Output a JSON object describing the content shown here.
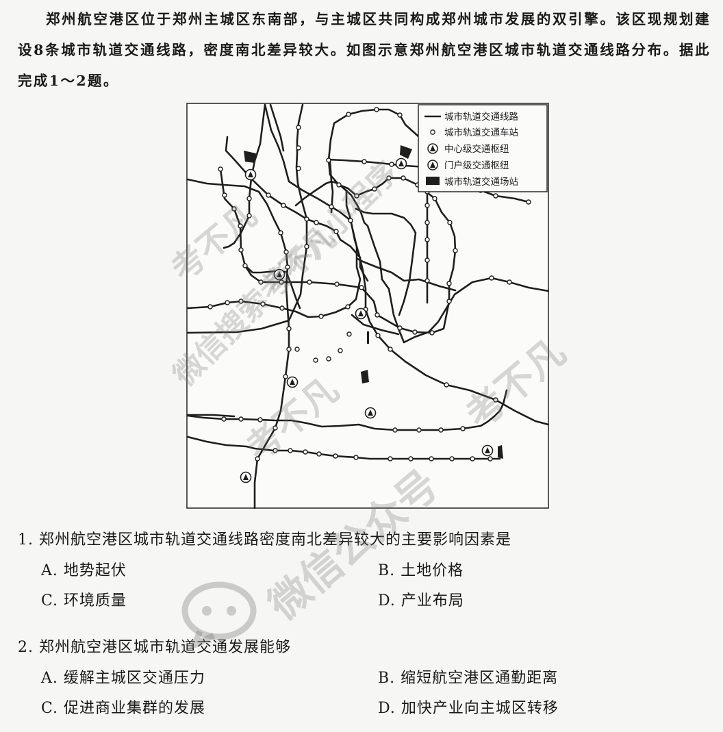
{
  "intro": "郑州航空港区位于郑州主城区东南部，与主城区共同构成郑州城市发展的双引擎。该区现规划建设8条城市轨道交通线路，密度南北差异较大。如图示意郑州航空港区城市轨道交通线路分布。据此完成1～2题。",
  "legend": {
    "items": [
      {
        "icon": "rail-line-icon",
        "label": "城市轨道交通线路"
      },
      {
        "icon": "station-icon",
        "label": "城市轨道交通车站"
      },
      {
        "icon": "central-hub-icon",
        "label": "中心级交通枢纽"
      },
      {
        "icon": "gateway-hub-icon",
        "label": "门户级交通枢纽"
      },
      {
        "icon": "depot-icon",
        "label": "城市轨道交通场站"
      }
    ]
  },
  "questions": [
    {
      "stem": "1. 郑州航空港区城市轨道交通线路密度南北差异较大的主要影响因素是",
      "options": [
        {
          "letter": "A.",
          "text": "地势起伏"
        },
        {
          "letter": "B.",
          "text": "土地价格"
        },
        {
          "letter": "C.",
          "text": "环境质量"
        },
        {
          "letter": "D.",
          "text": "产业布局"
        }
      ]
    },
    {
      "stem": "2. 郑州航空港区城市轨道交通发展能够",
      "options": [
        {
          "letter": "A.",
          "text": "缓解主城区交通压力"
        },
        {
          "letter": "B.",
          "text": "缩短航空港区通勤距离"
        },
        {
          "letter": "C.",
          "text": "促进商业集群的发展"
        },
        {
          "letter": "D.",
          "text": "加快产业向主城区转移"
        }
      ]
    }
  ],
  "watermarks": [
    "考不凡",
    "考不凡",
    "微信搜索考不凡小程序",
    "考不凡",
    "考不凡",
    "微信公众号"
  ]
}
